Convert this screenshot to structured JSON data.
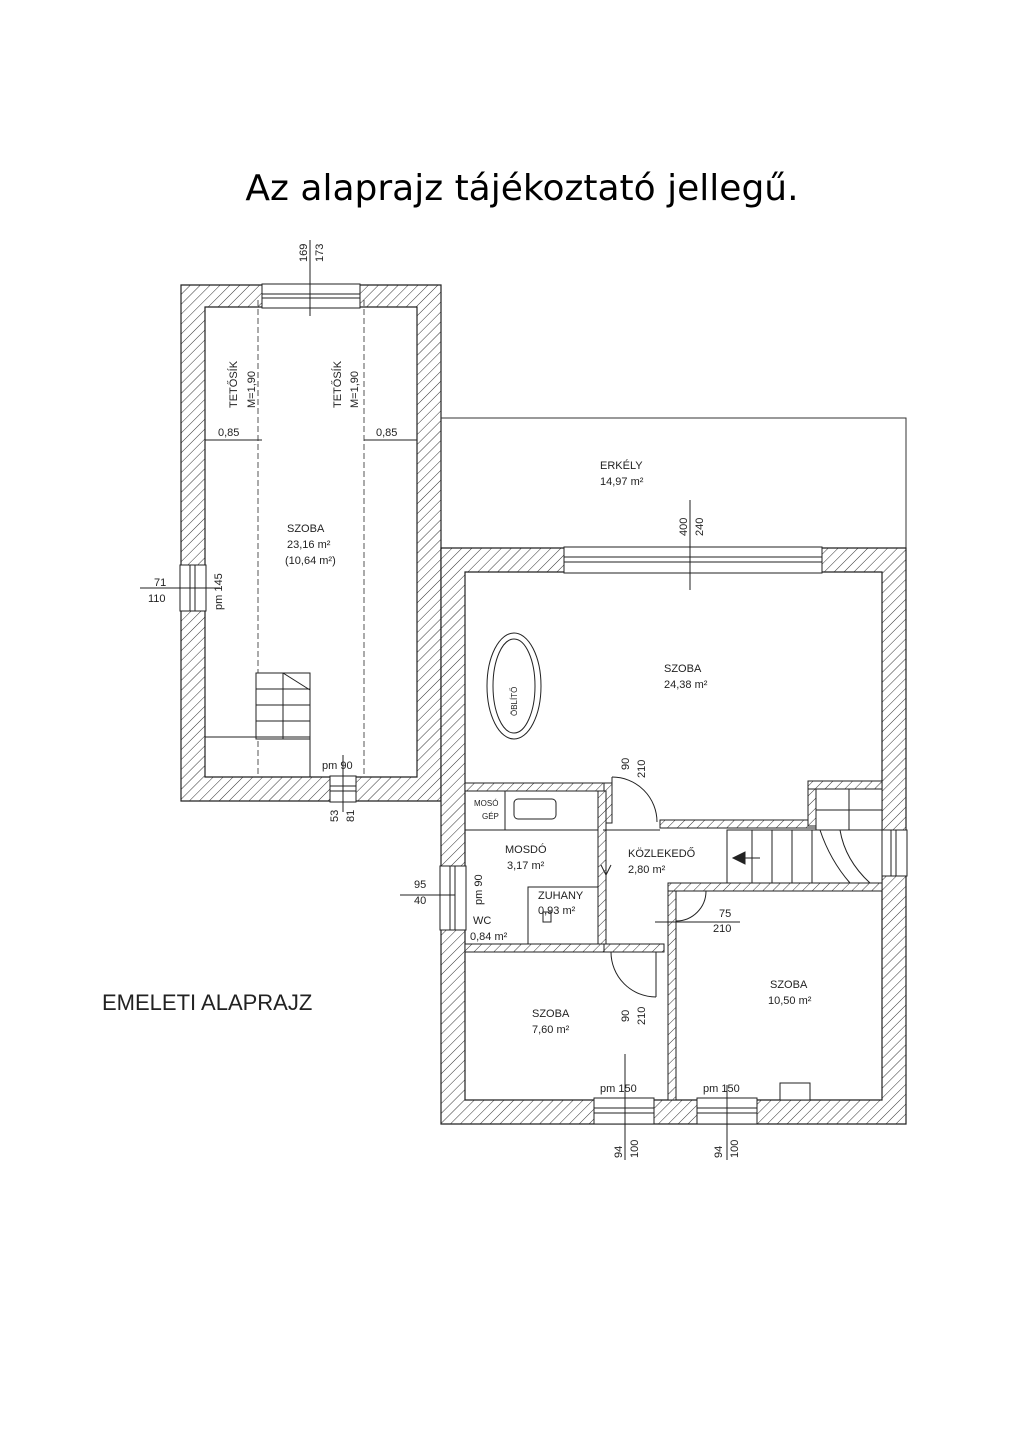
{
  "title": "Az alaprajz tájékoztató jellegű.",
  "plan_label": "EMELETI ALAPRAJZ",
  "rooms": {
    "left_szoba": {
      "name": "SZOBA",
      "area": "23,16 m²",
      "area2": "(10,64 m²)"
    },
    "erkely": {
      "name": "ERKÉLY",
      "area": "14,97 m²"
    },
    "main_szoba": {
      "name": "SZOBA",
      "area": "24,38 m²"
    },
    "mosdo": {
      "name": "MOSDÓ",
      "area": "3,17 m²"
    },
    "zuhany": {
      "name": "ZUHANY",
      "area": "0,93 m²"
    },
    "wc": {
      "name": "WC",
      "area": "0,84 m²"
    },
    "kozlekedo": {
      "name": "KÖZLEKEDŐ",
      "area": "2,80 m²"
    },
    "small_szoba": {
      "name": "SZOBA",
      "area": "7,60 m²"
    },
    "right_szoba": {
      "name": "SZOBA",
      "area": "10,50 m²"
    }
  },
  "labels": {
    "tetosik1": "TETŐSÍK",
    "tetosik1_m": "M=1,90",
    "tetosik2": "TETŐSÍK",
    "tetosik2_m": "M=1,90",
    "dist_left": "0,85",
    "dist_right": "0,85",
    "mosogep": "MOSÓ",
    "gep": "GÉP",
    "table": "ÖBLÍTŐ"
  },
  "dimensions": {
    "top_window": [
      "169",
      "173"
    ],
    "left_window": [
      "71",
      "110"
    ],
    "left_window_pm": "pm 145",
    "left_bottom_pm": "pm 90",
    "left_bottom_window": [
      "53",
      "81"
    ],
    "erkely_door": [
      "400",
      "240"
    ],
    "main_door": [
      "90",
      "210"
    ],
    "wc_window": [
      "95",
      "40"
    ],
    "wc_window_pm": "pm 90",
    "right_door": [
      "75",
      "210"
    ],
    "small_door": [
      "90",
      "210"
    ],
    "bottom_left_pm": "pm 150",
    "bottom_right_pm": "pm 150",
    "bottom_left_window": [
      "94",
      "100"
    ],
    "bottom_right_window": [
      "94",
      "100"
    ]
  }
}
